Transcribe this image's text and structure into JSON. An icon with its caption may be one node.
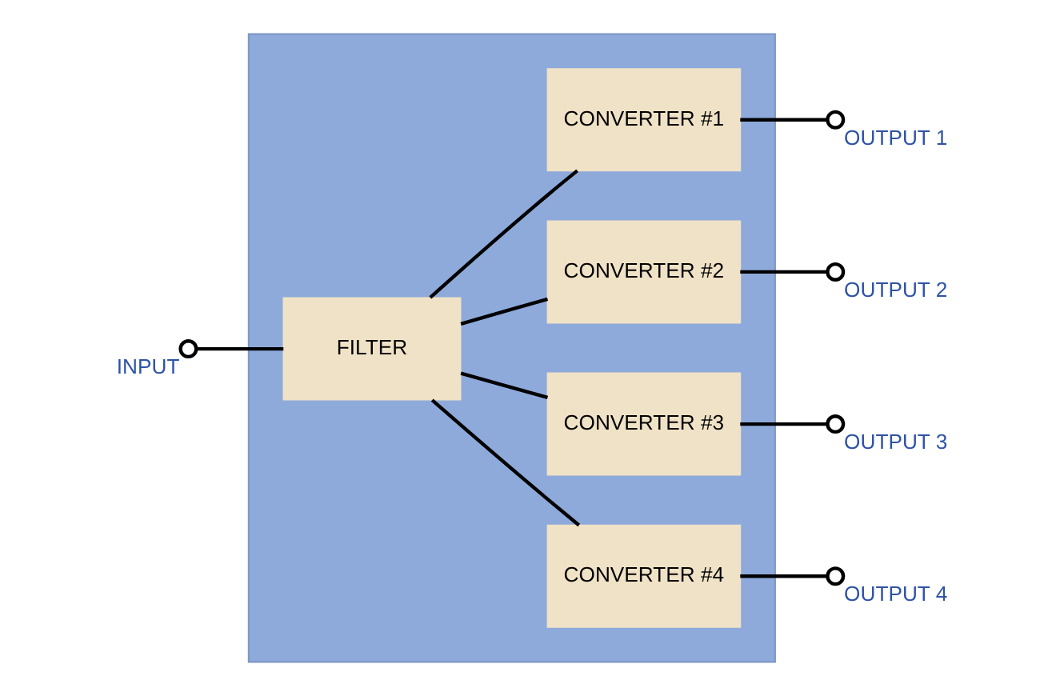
{
  "diagram": {
    "nodes": [
      {
        "text": [],
        "shape": "box"
      },
      {
        "text": [
          "CONVERTER #1"
        ],
        "in": 0
      },
      {
        "text": [
          "CONVERTER #2"
        ],
        "in": 0
      },
      {
        "text": [
          "CONVERTER #3"
        ],
        "in": 0
      },
      {
        "text": [
          "FILTER"
        ],
        "in": 0
      },
      {
        "text": [
          "CONVERTER #4"
        ],
        "in": 0
      },
      {
        "text": [],
        "shape": "circle",
        "beside": [
          "OUTPUT 1"
        ]
      },
      {
        "text": [],
        "shape": "circle",
        "beside": [
          "OUTPUT 2"
        ]
      },
      {
        "text": [],
        "shape": "circle",
        "beside": [
          "OUTPUT 3"
        ]
      },
      {
        "text": [],
        "shape": "circle",
        "beside": [
          "OUTPUT 4"
        ]
      },
      {
        "text": [],
        "shape": "circle",
        "beside": [
          "INPUT"
        ]
      }
    ],
    "edges": [
      {
        "from": 10,
        "to": 4,
        "arrow": "none"
      },
      {
        "from": 4,
        "to": 1,
        "arrow": "none"
      },
      {
        "from": 4,
        "to": 2,
        "arrow": "none"
      },
      {
        "from": 4,
        "to": 3,
        "arrow": "none"
      },
      {
        "from": 4,
        "to": 5,
        "arrow": "none"
      },
      {
        "from": 1,
        "to": 6,
        "arrow": "none"
      },
      {
        "from": 2,
        "to": 7,
        "arrow": "none"
      },
      {
        "from": 3,
        "to": 8,
        "arrow": "none"
      },
      {
        "from": 5,
        "to": 9,
        "arrow": "none"
      }
    ]
  }
}
